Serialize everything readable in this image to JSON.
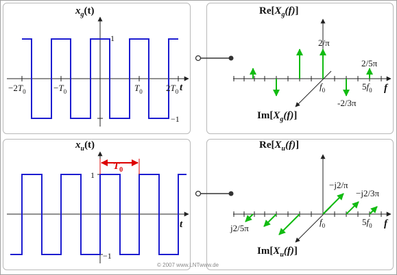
{
  "colors": {
    "signal": "#1c1cd0",
    "spectrum": "#11bb11",
    "period_marker": "#dd0000",
    "axis": "#222222",
    "panel_border": "#b8b8b8"
  },
  "top": {
    "signal_label_main": "x",
    "signal_label_sub": "g",
    "signal_label_arg": "(t)",
    "t_axis_label": "t",
    "amp_high": "1",
    "amp_low": "−1",
    "tick_labels": [
      {
        "pre": "−2",
        "base": "T",
        "sub": "0"
      },
      {
        "pre": "−",
        "base": "T",
        "sub": "0"
      },
      {
        "pre": "",
        "base": "T",
        "sub": "0"
      },
      {
        "pre": "2",
        "base": "T",
        "sub": "0"
      }
    ],
    "re_label": {
      "pre": "Re[",
      "base": "X",
      "sub": "g",
      "arg": "(f)",
      "post": "]"
    },
    "im_label": {
      "pre": "Im[",
      "base": "X",
      "sub": "g",
      "arg": "(f)",
      "post": "]"
    },
    "f_axis_label": "f",
    "f0_label": {
      "base": "f",
      "sub": "0"
    },
    "f5_label": {
      "pre": "5",
      "base": "f",
      "sub": "0"
    },
    "coef_labels": {
      "c1": "2/π",
      "c3": "-2/3π",
      "c5": "2/5π"
    }
  },
  "bottom": {
    "signal_label_main": "x",
    "signal_label_sub": "u",
    "signal_label_arg": "(t)",
    "t_axis_label": "t",
    "amp_high": "1",
    "amp_low": "−1",
    "period_label": {
      "base": "T",
      "sub": "0"
    },
    "re_label": {
      "pre": "Re[",
      "base": "X",
      "sub": "u",
      "arg": "(f)",
      "post": "]"
    },
    "im_label": {
      "pre": "Im[",
      "base": "X",
      "sub": "u",
      "arg": "(f)",
      "post": "]"
    },
    "f_axis_label": "f",
    "f0_label": {
      "base": "f",
      "sub": "0"
    },
    "f5_label": {
      "pre": "5",
      "base": "f",
      "sub": "0"
    },
    "coef_labels": {
      "c1": "−j2/π",
      "c3": "−j2/3π",
      "c5n": "j2/5π"
    }
  },
  "copyright": "© 2007 www.LNTwww.de"
}
